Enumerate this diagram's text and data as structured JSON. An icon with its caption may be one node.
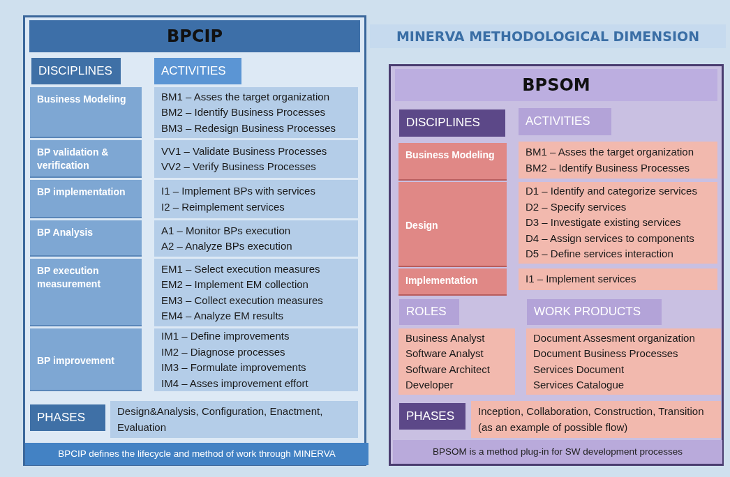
{
  "diagram": {
    "title": "MINERVA METHODOLOGICAL DIMENSION",
    "nodes": [
      {
        "text": [
          "BPCIP"
        ]
      },
      {
        "text": [
          "DISCIPLINES"
        ],
        "in": 0
      },
      {
        "text": [
          "ACTIVITIES"
        ],
        "in": 0
      },
      {
        "text": [
          "Business Modeling"
        ],
        "in": 0
      },
      {
        "text": [
          "BM1 – Asses the target organization",
          "BM2 – Identify Business Processes",
          "BM3 – Redesign Business Processes"
        ],
        "in": 0
      },
      {
        "text": [
          "BP validation & verification"
        ],
        "in": 0
      },
      {
        "text": [
          "VV1 – Validate Business Processes",
          "VV2 – Verify Business Processes"
        ],
        "in": 0
      },
      {
        "text": [
          "BP implementation"
        ],
        "in": 0
      },
      {
        "text": [
          "I1 – Implement BPs with services",
          "I2 – Reimplement services"
        ],
        "in": 0
      },
      {
        "text": [
          "BP Analysis"
        ],
        "in": 0
      },
      {
        "text": [
          "A1 – Monitor BPs execution",
          "A2 – Analyze BPs execution"
        ],
        "in": 0
      },
      {
        "text": [
          "BP execution measurement"
        ],
        "in": 0
      },
      {
        "text": [
          "EM1 – Select execution measures",
          "EM2 – Implement EM collection",
          "EM3 – Collect execution measures",
          "EM4 – Analyze EM results"
        ],
        "in": 0
      },
      {
        "text": [
          "BP improvement"
        ],
        "in": 0
      },
      {
        "text": [
          "IM1 – Define improvements",
          "IM2 – Diagnose processes",
          "IM3 – Formulate improvements",
          "IM4 – Asses improvement effort"
        ],
        "in": 0
      },
      {
        "text": [
          "PHASES"
        ],
        "in": 0
      },
      {
        "text": [
          "Design&Analysis, Configuration, Enactment, Evaluation"
        ],
        "in": 0
      },
      {
        "text": [
          "BPCIP defines the lifecycle and method of work through MINERVA"
        ],
        "in": 0
      },
      {
        "text": [
          "BPSOM"
        ]
      },
      {
        "text": [
          "DISCIPLINES"
        ],
        "in": 18
      },
      {
        "text": [
          "ACTIVITIES"
        ],
        "in": 18
      },
      {
        "text": [
          "Business Modeling"
        ],
        "in": 18
      },
      {
        "text": [
          "BM1 – Asses the target organization",
          "BM2 – Identify Business Processes"
        ],
        "in": 18
      },
      {
        "text": [
          "Design"
        ],
        "in": 18
      },
      {
        "text": [
          "D1 – Identify and categorize services",
          "D2 – Specify services",
          "D3 – Investigate existing services",
          "D4 – Assign services to components",
          "D5 – Define services interaction"
        ],
        "in": 18
      },
      {
        "text": [
          "Implementation"
        ],
        "in": 18
      },
      {
        "text": [
          "I1 – Implement services"
        ],
        "in": 18
      },
      {
        "text": [
          "ROLES"
        ],
        "in": 18
      },
      {
        "text": [
          "Business Analyst",
          "Software Analyst",
          "Software Architect",
          "Developer"
        ],
        "in": 18
      },
      {
        "text": [
          "WORK PRODUCTS"
        ],
        "in": 18
      },
      {
        "text": [
          "Document Assesment organization",
          "Document Business Processes",
          "Services Document",
          "Services Catalogue"
        ],
        "in": 18
      },
      {
        "text": [
          "PHASES"
        ],
        "in": 18
      },
      {
        "text": [
          "Inception, Collaboration, Construction, Transition (as an example of possible flow)"
        ],
        "in": 18
      },
      {
        "text": [
          "BPSOM is a method plug-in for SW development processes"
        ],
        "in": 18
      }
    ]
  }
}
